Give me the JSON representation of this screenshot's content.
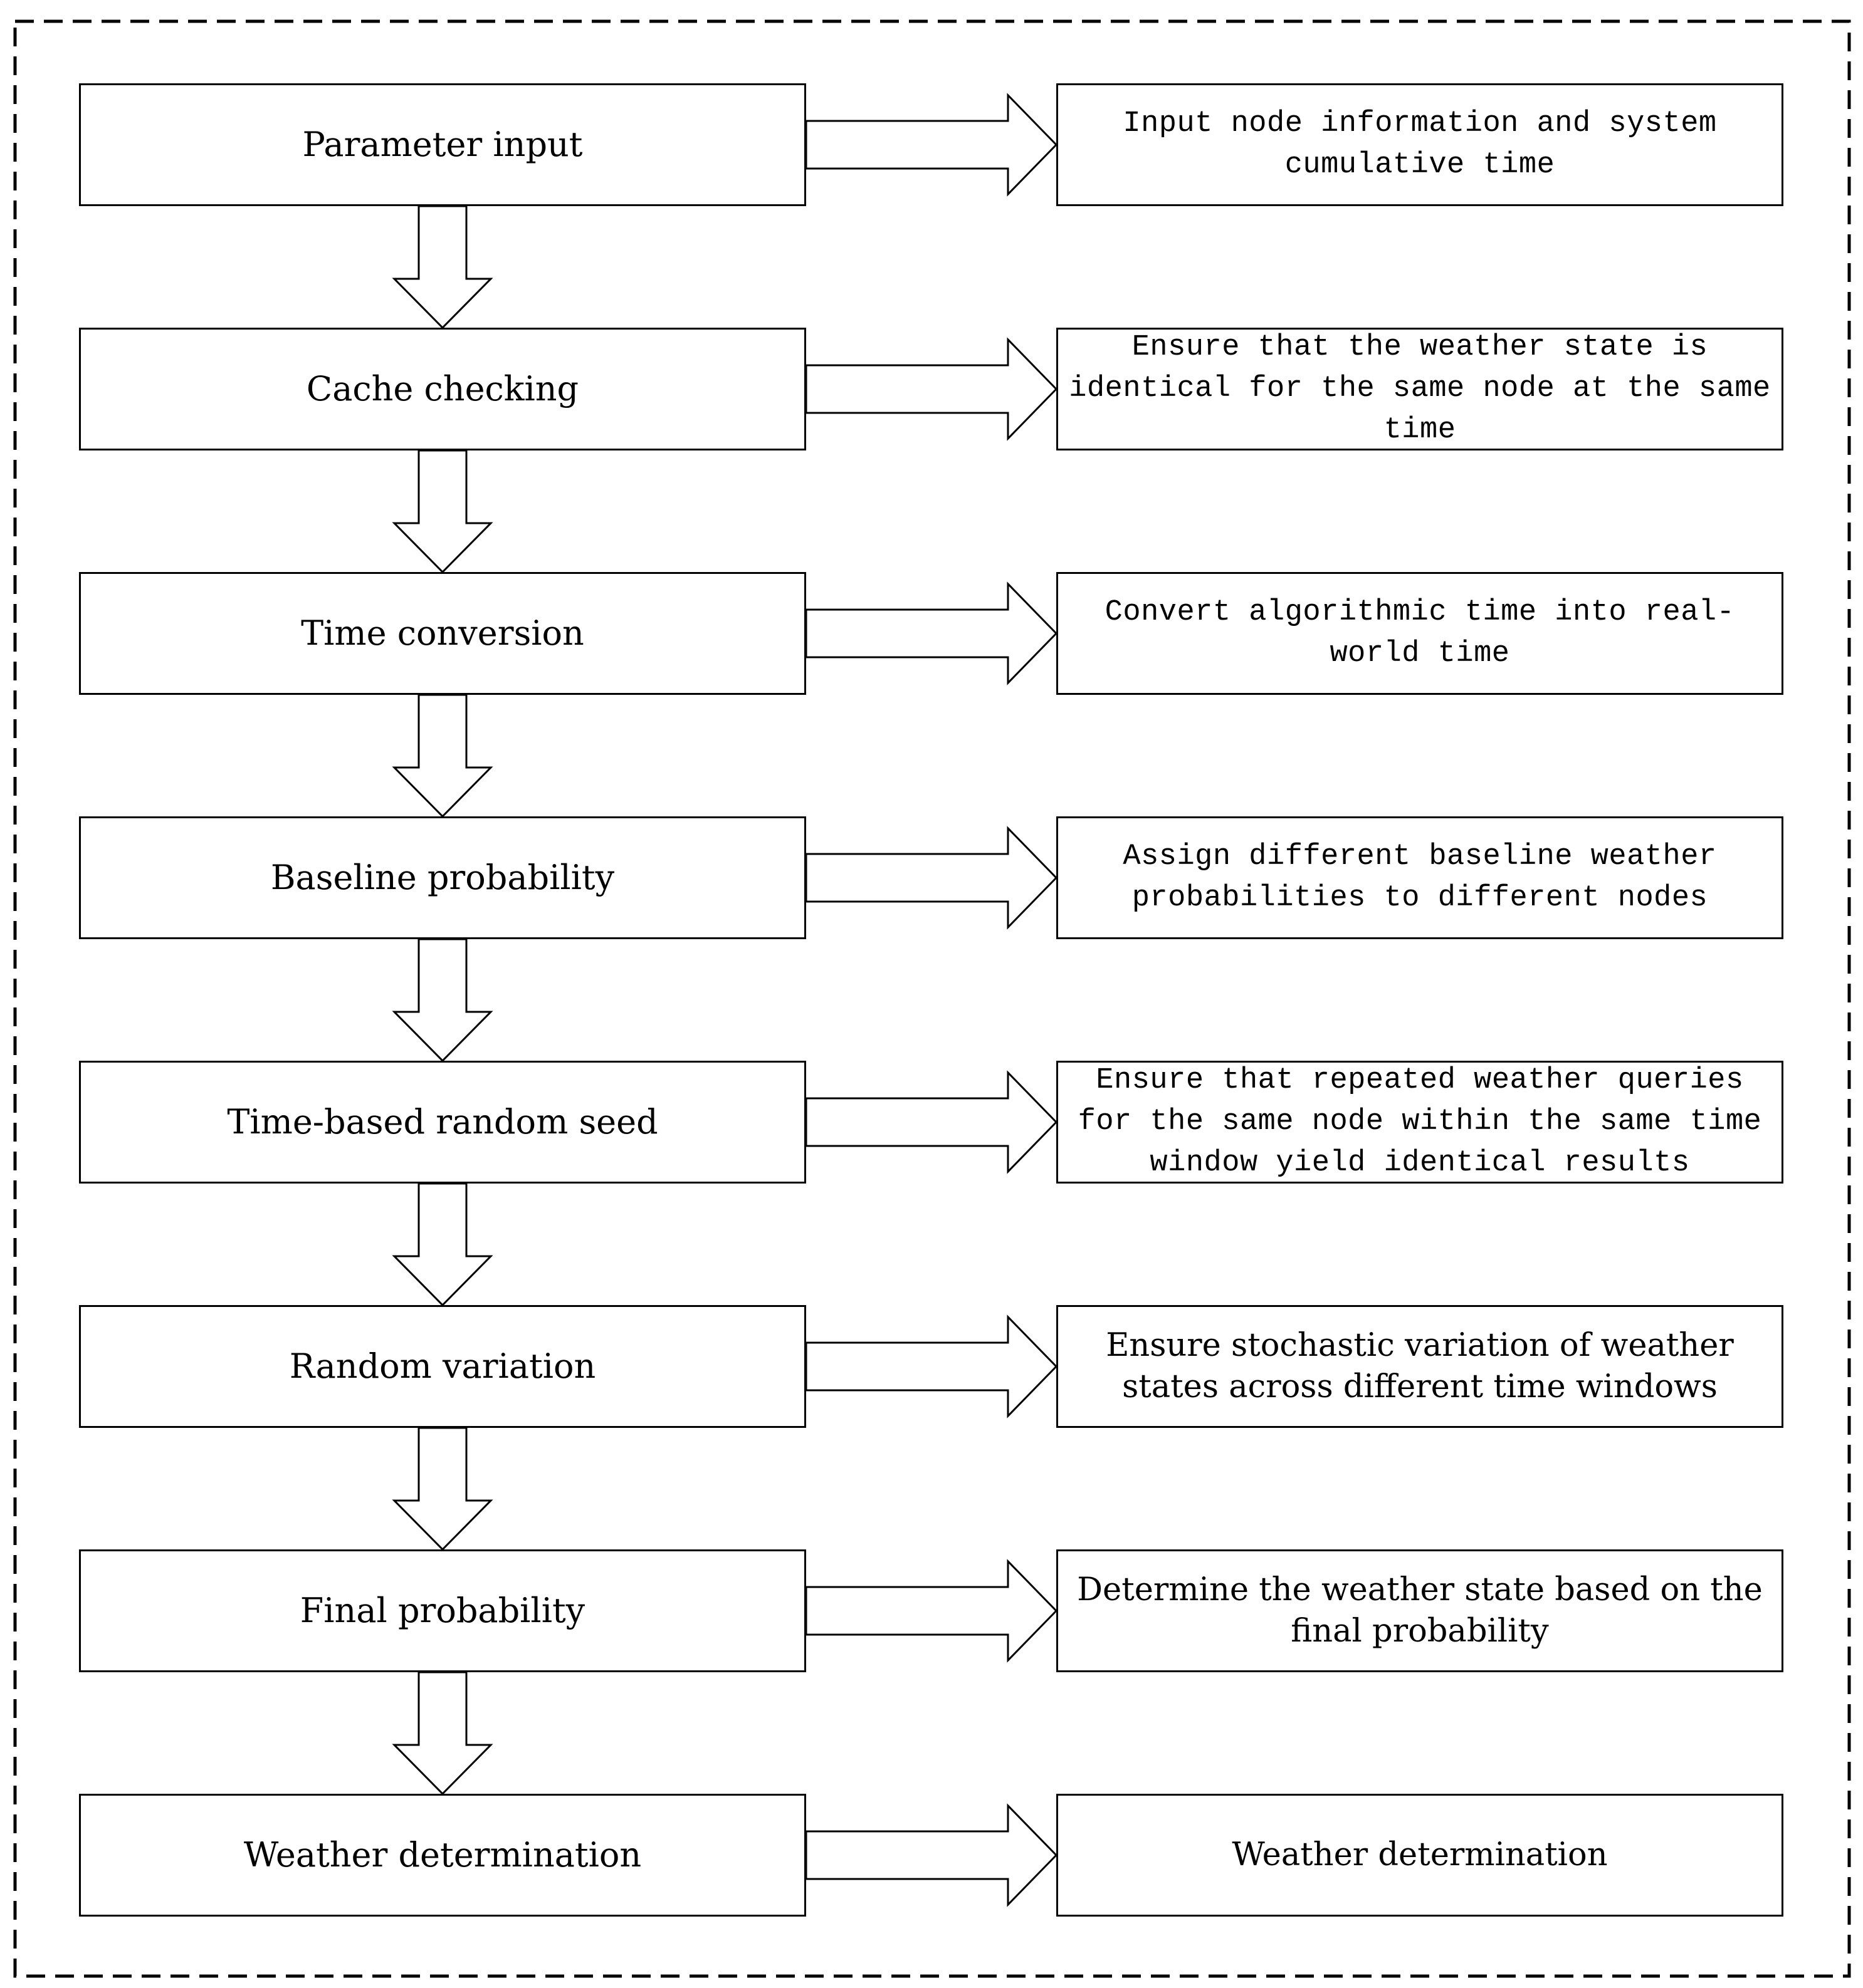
{
  "flowchart": {
    "steps": [
      {
        "label": "Parameter input",
        "description": "Input node information and system cumulative time"
      },
      {
        "label": "Cache checking",
        "description": "Ensure that the weather state is identical for the same node at the same time"
      },
      {
        "label": "Time conversion",
        "description": "Convert algorithmic time into real-world time"
      },
      {
        "label": "Baseline probability",
        "description": "Assign different baseline weather probabilities to different nodes"
      },
      {
        "label": "Time-based random seed",
        "description": "Ensure that repeated weather queries for the same node within the same time window yield identical results"
      },
      {
        "label": "Random variation",
        "description": "Ensure stochastic variation of weather states across different time windows"
      },
      {
        "label": "Final probability",
        "description": "Determine the weather state based on the final probability"
      },
      {
        "label": "Weather determination",
        "description": "Weather determination"
      }
    ]
  },
  "colors": {
    "line": "#000000",
    "background": "#ffffff"
  }
}
